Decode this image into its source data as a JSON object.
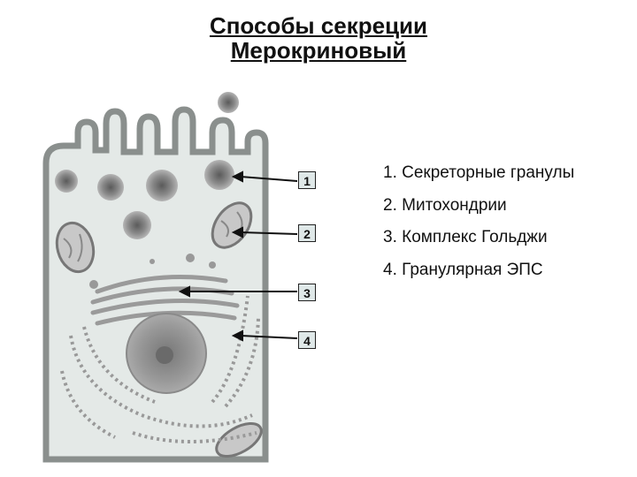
{
  "title": {
    "line1": "Способы секреции",
    "line2": "Мерокриновый"
  },
  "labels": [
    "1",
    "2",
    "3",
    "4"
  ],
  "legend": [
    "1. Секреторные гранулы",
    "2. Митохондрии",
    "3. Комплекс Гольджи",
    "4. Гранулярная ЭПС"
  ]
}
